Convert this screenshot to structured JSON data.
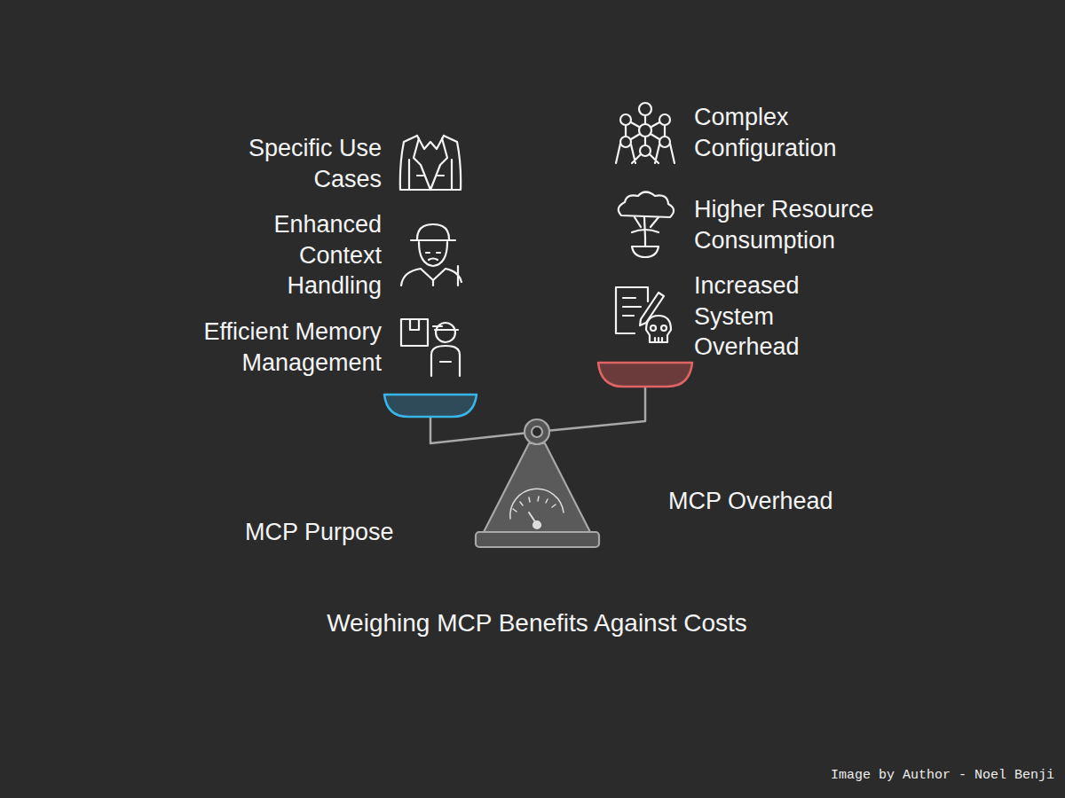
{
  "diagram": {
    "title": "Weighing MCP Benefits Against Costs",
    "labels": [
      "Specific Use Cases",
      "Enhanced Context Handling",
      "Efficient Memory Management",
      "Complex Configuration",
      "Higher Resource Consumption",
      "Increased System Overhead",
      "MCP Purpose",
      "MCP Overhead",
      "Image by Author - Noel Benji"
    ]
  }
}
